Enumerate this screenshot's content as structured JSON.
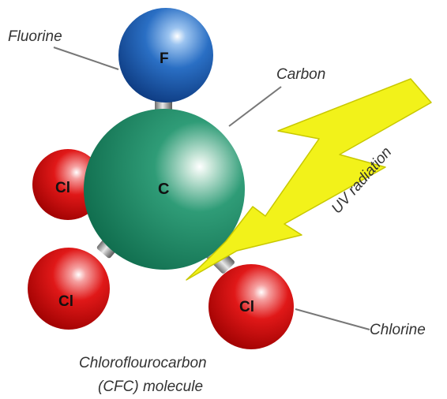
{
  "labels": {
    "fluorine": "Fluorine",
    "carbon": "Carbon",
    "uv_radiation": "UV radiation",
    "chlorine": "Chlorine",
    "caption_line1": "Chloroflourocarbon",
    "caption_line2": "(CFC) molecule"
  },
  "atoms": {
    "fluorine": "F",
    "carbon": "C",
    "chlorine_left": "Cl",
    "chlorine_bottom_left": "Cl",
    "chlorine_bottom_right": "Cl"
  },
  "colors": {
    "fluorine": "#2a6fc4",
    "carbon": "#1f8f6a",
    "chlorine": "#e01818",
    "uv": "#f2f21a"
  }
}
